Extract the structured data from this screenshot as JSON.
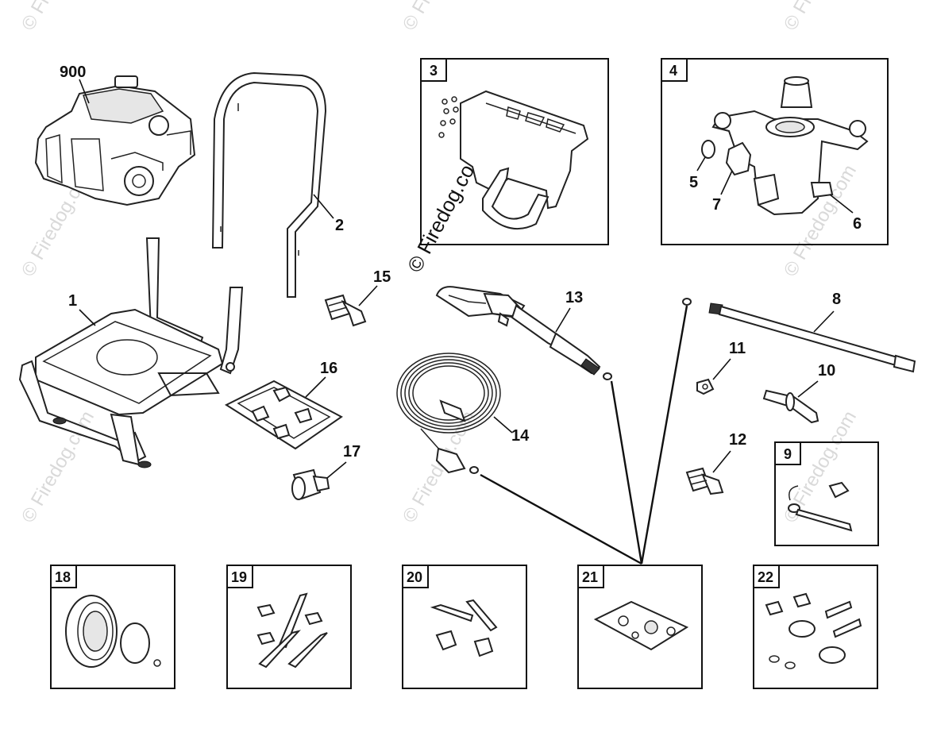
{
  "watermark": {
    "main": "© Firedog.com",
    "repeat": "© Firedog.com"
  },
  "callouts": {
    "p900": "900",
    "p1": "1",
    "p2": "2",
    "p3": "3",
    "p4": "4",
    "p5": "5",
    "p6": "6",
    "p7": "7",
    "p8": "8",
    "p9": "9",
    "p10": "10",
    "p11": "11",
    "p12": "12",
    "p13": "13",
    "p14": "14",
    "p15": "15",
    "p16": "16",
    "p17": "17",
    "p18": "18",
    "p19": "19",
    "p20": "20",
    "p21": "21",
    "p22": "22"
  }
}
